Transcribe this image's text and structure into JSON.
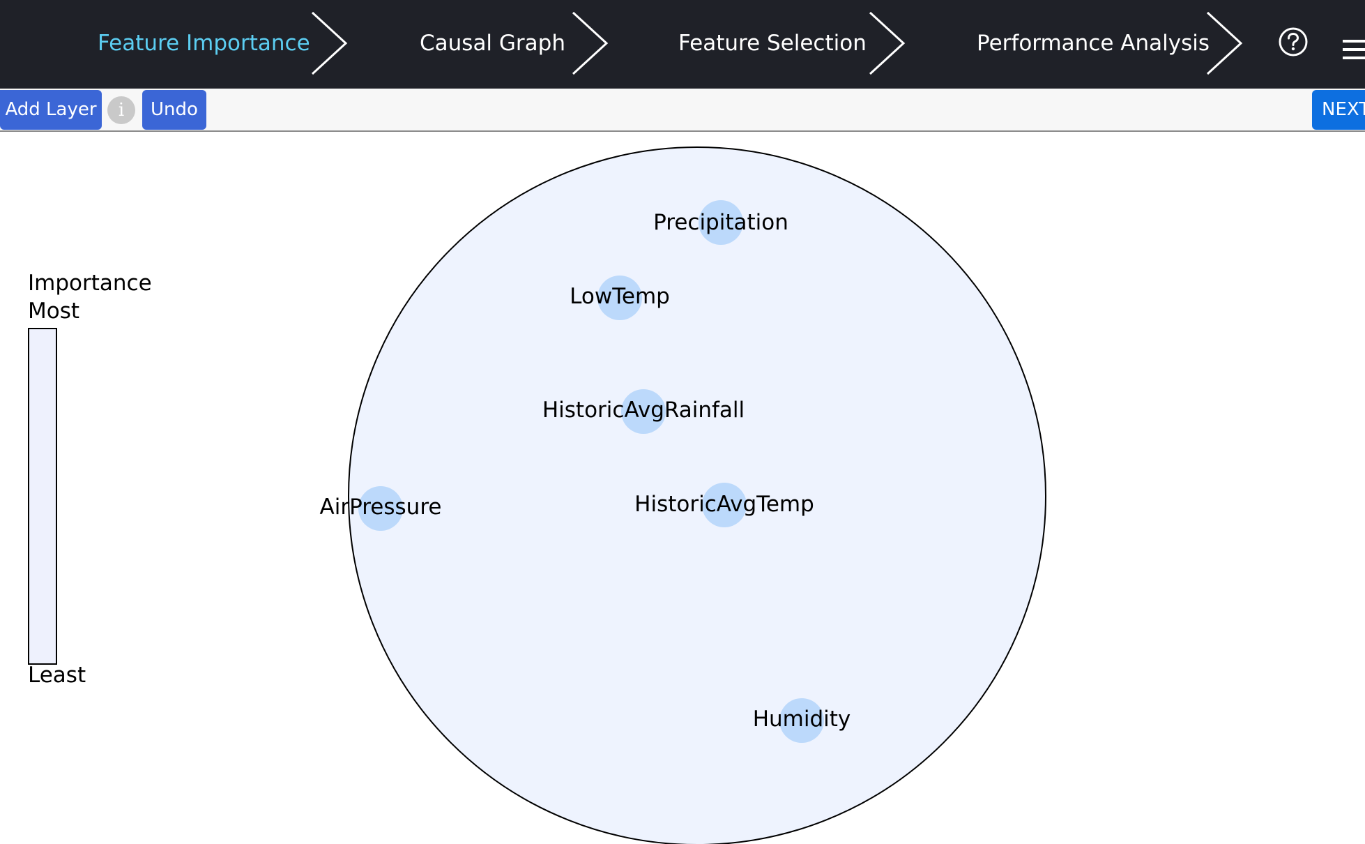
{
  "nav": {
    "steps": [
      {
        "label": "Feature Importance",
        "active": true
      },
      {
        "label": "Causal Graph",
        "active": false
      },
      {
        "label": "Feature Selection",
        "active": false
      },
      {
        "label": "Performance Analysis",
        "active": false
      }
    ],
    "help_icon": "question-circle-icon",
    "menu_icon": "hamburger-menu-icon"
  },
  "toolbar": {
    "add_layer_label": "Add Layer",
    "info_icon": "info-icon",
    "info_glyph": "i",
    "undo_label": "Undo",
    "next_label": "NEXT"
  },
  "legend": {
    "title": "Importance",
    "top_label": "Most",
    "bottom_label": "Least"
  },
  "graph": {
    "nodes": [
      {
        "name": "Precipitation"
      },
      {
        "name": "LowTemp"
      },
      {
        "name": "HistoricAvgRainfall"
      },
      {
        "name": "AirPressure"
      },
      {
        "name": "HistoricAvgTemp"
      },
      {
        "name": "Humidity"
      }
    ]
  },
  "colors": {
    "nav_bg": "#1f2128",
    "active_step": "#5ccef2",
    "button": "#3b66d6",
    "next_button": "#0d6fe0",
    "circle_fill": "#eef3fe",
    "node_fill": "#bcd9fb"
  }
}
